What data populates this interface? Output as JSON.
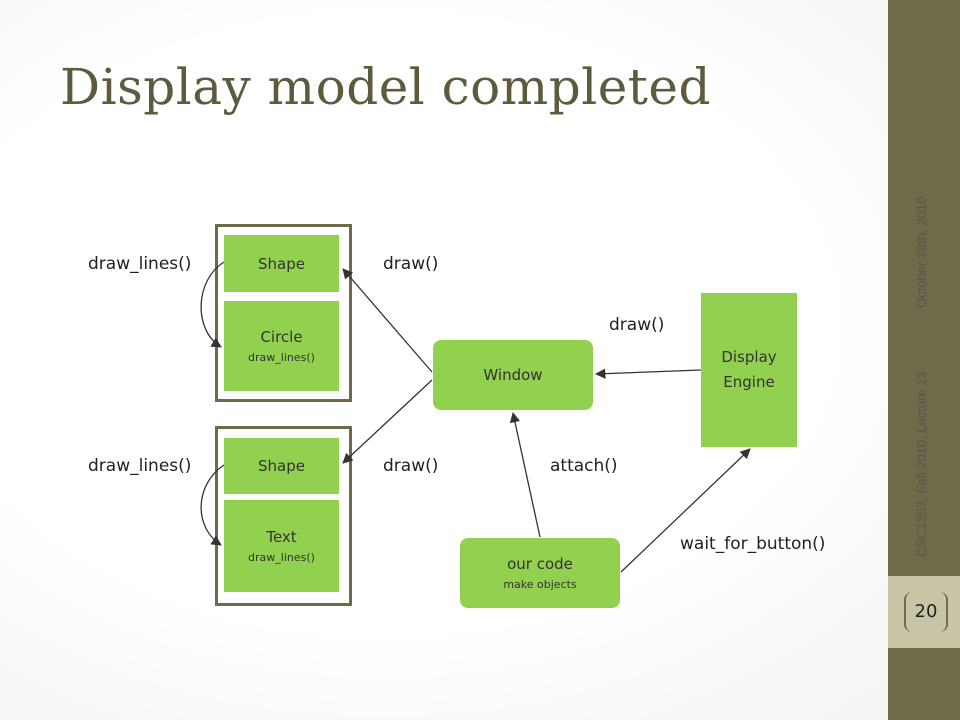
{
  "slide": {
    "title": "Display model completed",
    "date": "October 28th, 2010",
    "course": "CSC1253, Fall 2010, Lecture 13",
    "page_number": "20"
  },
  "diagram": {
    "nodes": {
      "shape_top": {
        "label": "Shape"
      },
      "circle": {
        "label": "Circle",
        "sub": "draw_lines()"
      },
      "shape_bottom": {
        "label": "Shape"
      },
      "text": {
        "label": "Text",
        "sub": "draw_lines()"
      },
      "window": {
        "label": "Window"
      },
      "display_engine": {
        "label": "Display Engine"
      },
      "our_code": {
        "label": "our code",
        "sub": "make objects"
      }
    },
    "edge_labels": {
      "draw_lines_top": "draw_lines()",
      "draw_lines_bottom": "draw_lines()",
      "draw_top": "draw()",
      "draw_bottom": "draw()",
      "draw_engine": "draw()",
      "attach": "attach()",
      "wait_for_button": "wait_for_button()"
    }
  },
  "colors": {
    "box_fill": "#92d050",
    "frame_border": "#6e6a4a",
    "title": "#5e5a3d",
    "sidebar": "#6e6a4a"
  }
}
